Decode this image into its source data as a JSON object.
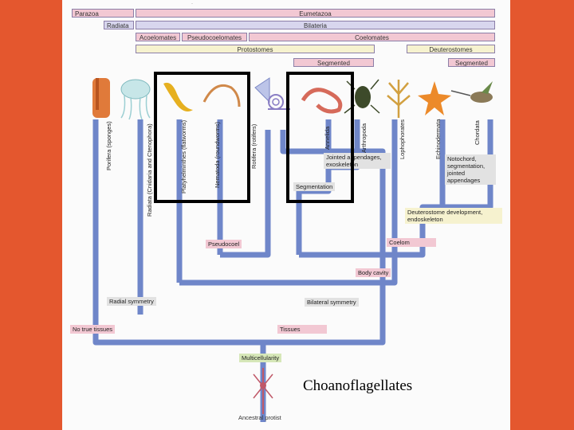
{
  "taxonomy_rows": {
    "parazoa": "Parazoa",
    "eumetazoa": "Eumetazoa",
    "radiata": "Radiata",
    "bilateria": "Bilateria",
    "acoelomates": "Acoelomates",
    "pseudocoelomates": "Pseudocoelomates",
    "coelomates": "Coelomates",
    "protostomes": "Protostomes",
    "deuterostomes": "Deuterostomes",
    "segmented_left": "Segmented",
    "segmented_right": "Segmented"
  },
  "clades": {
    "porifera": "Porifera (sponges)",
    "radiata": "Radiata (Cnidaria and Ctenophora)",
    "platyhelminthes": "Platyhelminthes (flatworms)",
    "nematoda": "Nematoda (roundworms)",
    "rotifera": "Rotifera (rotifers)",
    "annelida": "Annelida",
    "arthropoda": "Arthropoda",
    "lophophorates": "Lophophorates",
    "echinodermata": "Echinodermata",
    "chordata": "Chordata"
  },
  "traits": {
    "jointed": "Jointed appendages, exoskeleton",
    "notochord": "Notochord, segmentation, jointed appendages",
    "segmentation": "Segmentation",
    "deuterostome_dev": "Deuterostome development, endoskeleton",
    "pseudocoel": "Pseudocoel",
    "coelom": "Coelom",
    "body_cavity": "Body cavity",
    "radial_symmetry": "Radial symmetry",
    "bilateral_symmetry": "Bilateral symmetry",
    "no_true_tissues": "No true tissues",
    "tissues": "Tissues",
    "multicellularity": "Multicellularity",
    "ancestral_protist": "Ancestral protist"
  },
  "overlay": {
    "caption": "Choanoflagellates"
  },
  "colors": {
    "side_bar": "#e4572e",
    "branch": "#6f86c9",
    "highlight": "#000000"
  },
  "icons": [
    "sponge-icon",
    "jellyfish-icon",
    "flatworm-icon",
    "roundworm-icon",
    "rotifer-icon",
    "snail-icon",
    "earthworm-icon",
    "insect-icon",
    "lophophorate-icon",
    "starfish-icon",
    "hummingbird-icon"
  ]
}
